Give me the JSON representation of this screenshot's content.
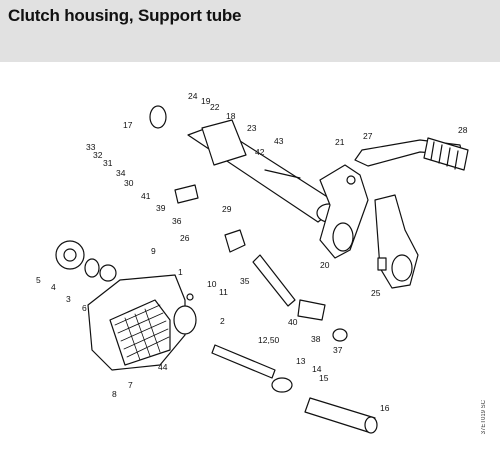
{
  "title": "Clutch housing, Support tube",
  "drawing_code": "37ET019 SC",
  "parts": [
    "1",
    "2",
    "3",
    "4",
    "5",
    "6",
    "7",
    "8",
    "9",
    "10",
    "11",
    "12,50",
    "13",
    "14",
    "15",
    "16",
    "17",
    "18",
    "19",
    "20",
    "21",
    "22",
    "23",
    "24",
    "25",
    "26",
    "27",
    "28",
    "29",
    "30",
    "31",
    "32",
    "33",
    "34",
    "35",
    "36",
    "37",
    "38",
    "39",
    "40",
    "41",
    "42",
    "43",
    "44"
  ]
}
